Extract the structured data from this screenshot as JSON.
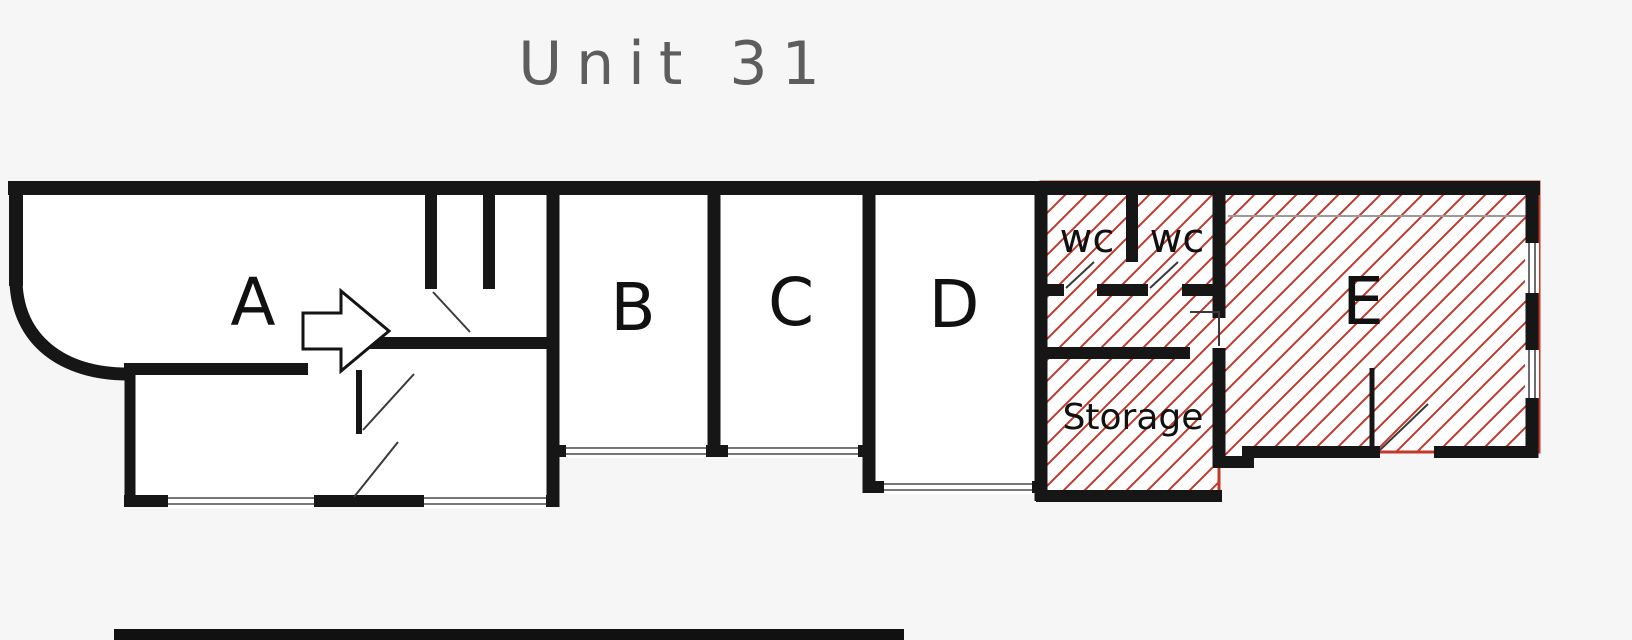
{
  "page": {
    "title": "Unit 31"
  },
  "floorplan": {
    "rooms": {
      "a": "A",
      "b": "B",
      "c": "C",
      "d": "D",
      "e": "E"
    },
    "wc_left": "wc",
    "wc_right": "wc",
    "storage": "Storage",
    "colors": {
      "wall": "#161616",
      "highlight": "#c0392b",
      "title_text": "#5d5d5d",
      "background": "#f6f6f6",
      "floor": "#ffffff"
    }
  }
}
